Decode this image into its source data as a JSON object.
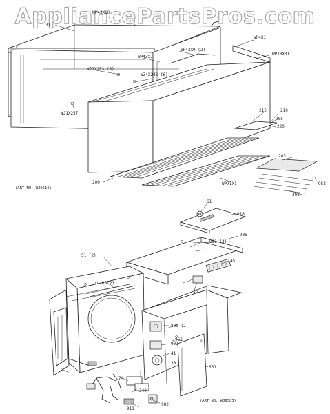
{
  "watermark": "AppliancePartsPros.com",
  "top_assembly": {
    "art_no": "(ART NO. WJ9516)",
    "labels": {
      "wp43x10": "WP43X10",
      "left_top": "31",
      "wp43x7": "WP43X7",
      "wp43x9": "WP43X9 (2)",
      "wp4x1": "WP4X1",
      "wp70x31": "WP70X31",
      "wj1x253": "WJ1X253 (6)",
      "wz4x248": "WZ4X248 (6)",
      "wj1x257": "WJ1X257",
      "c215": "215",
      "c210": "210",
      "c205": "205",
      "c220": "220",
      "c203": "203",
      "c200": "200",
      "wp71x1": "WP71X1",
      "c206": "206",
      "c952": "952"
    }
  },
  "bottom_assembly": {
    "art_no": "(ART NO. WJ9505)",
    "labels": {
      "c61": "61",
      "c916": "916",
      "c905": "905",
      "c901": "901 (2)",
      "c51": "51 (2)",
      "c80": "80(2)",
      "c45": "45",
      "c15": "15",
      "c800": "800 (2)",
      "c901b": "901",
      "c41": "41",
      "c30": "30",
      "c952": "952",
      "c561": "561",
      "c74": "74",
      "c240": "240",
      "c982": "982",
      "c911": "911"
    }
  }
}
